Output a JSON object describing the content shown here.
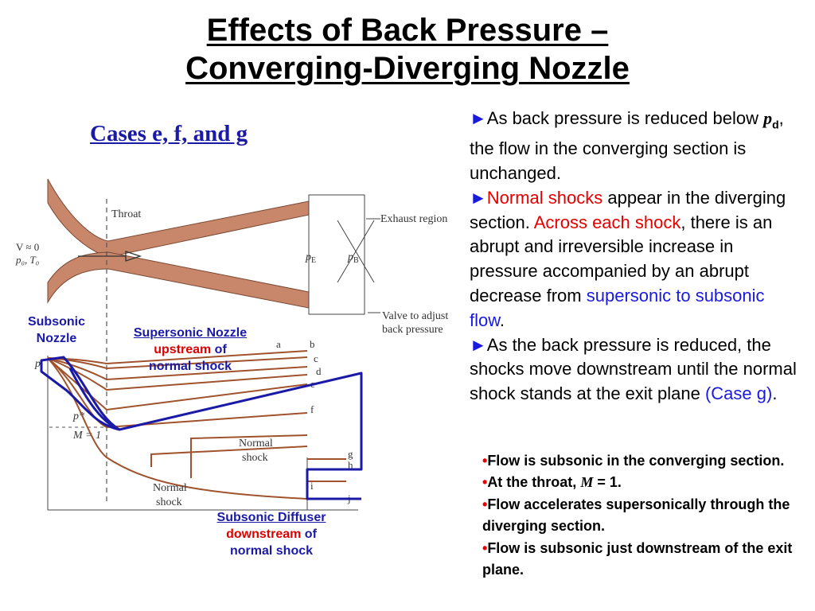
{
  "title": {
    "line1": "Effects of Back Pressure –",
    "line2": "Converging-Diverging Nozzle"
  },
  "subtitle": "Cases e, f, and g",
  "diagram": {
    "throat": "Throat",
    "exhaust_region": "Exhaust region",
    "valve_line1": "Valve to adjust",
    "valve_line2": "back pressure",
    "v_label": "V ≈ 0",
    "po_to": "p₀, T₀",
    "pe": "p",
    "pe_sub": "E",
    "pb": "p",
    "pb_sub": "B",
    "pstar": "p*",
    "m1": "M = 1",
    "p_axis": "p",
    "normal_shock_1_line1": "Normal",
    "normal_shock_1_line2": "shock",
    "normal_shock_2_line1": "Normal",
    "normal_shock_2_line2": "shock",
    "curve_letters": [
      "a",
      "b",
      "c",
      "d",
      "e",
      "f",
      "g",
      "h",
      "i",
      "j"
    ],
    "colors": {
      "nozzle": "#c8876a",
      "annotation": "#1a1aa6",
      "curve": "#a0522d"
    }
  },
  "annotations": {
    "subsonic_nozzle_line1": "Subsonic",
    "subsonic_nozzle_line2": "Nozzle",
    "supersonic_nozzle": "Supersonic Nozzle",
    "upstream": "upstream",
    "of_1": " of",
    "normal_shock_a": "normal shock",
    "subsonic_diffuser": "Subsonic Diffuser",
    "downstream": "downstream",
    "of_2": " of",
    "normal_shock_b": "normal shock"
  },
  "body": {
    "arrow": "►",
    "p1_a": "As back pressure is reduced below ",
    "p1_var": "p",
    "p1_sub": "d",
    "p1_b": ", the flow in the converging section is unchanged.",
    "p2_red1": "Normal shocks",
    "p2_a": " appear in the diverging section.  ",
    "p2_red2": "Across each shock",
    "p2_b": ", there is an abrupt and irreversible increase in pressure accompanied by an abrupt decrease from ",
    "p2_blue": "supersonic to subsonic flow",
    "p2_c": ".",
    "p3_a": "As the back pressure is reduced, the shocks move downstream until the normal shock stands at the exit plane ",
    "p3_blue": "(Case g)",
    "p3_c": "."
  },
  "bullets": {
    "dot": "•",
    "b1": "Flow is subsonic in the converging section.",
    "b2_a": "At the throat, ",
    "b2_math": "M",
    "b2_b": " = 1.",
    "b3": "Flow accelerates supersonically through the diverging section.",
    "b4": "Flow is subsonic just downstream of the exit plane."
  }
}
